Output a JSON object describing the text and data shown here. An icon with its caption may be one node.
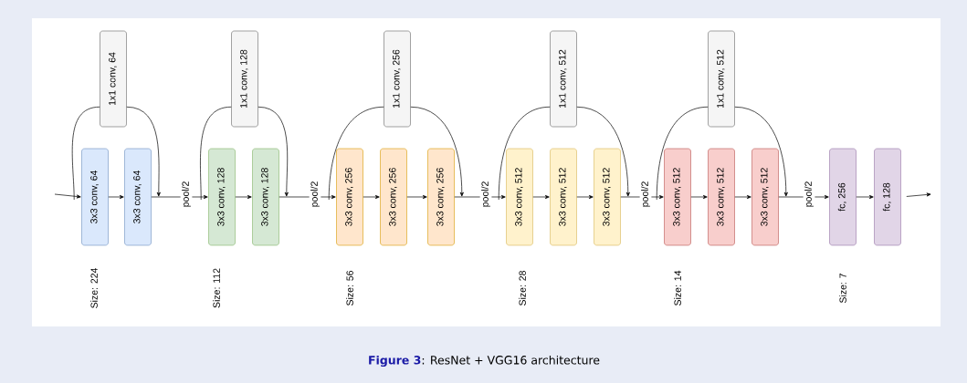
{
  "diagram": {
    "caption": "**Figure 3**: ResNet + VGG16 architecture",
    "nodes": [
      {
        "text": [
          "1x1 conv, 64"
        ]
      },
      {
        "text": [
          "3x3 conv, 64"
        ]
      },
      {
        "text": [
          "3x3 conv, 64"
        ]
      },
      {
        "text": [
          "1x1 conv, 128"
        ]
      },
      {
        "text": [
          "3x3 conv, 128"
        ]
      },
      {
        "text": [
          "3x3 conv, 128"
        ]
      },
      {
        "text": [
          "1x1 conv, 256"
        ]
      },
      {
        "text": [
          "3x3 conv, 256"
        ]
      },
      {
        "text": [
          "3x3 conv, 256"
        ]
      },
      {
        "text": [
          "3x3 conv, 256"
        ]
      },
      {
        "text": [
          "1x1 conv, 512"
        ]
      },
      {
        "text": [
          "3x3 conv, 512"
        ]
      },
      {
        "text": [
          "3x3 conv, 512"
        ]
      },
      {
        "text": [
          "3x3 conv, 512"
        ]
      },
      {
        "text": [
          "1x1 conv, 512"
        ]
      },
      {
        "text": [
          "3x3 conv, 512"
        ]
      },
      {
        "text": [
          "3x3 conv, 512"
        ]
      },
      {
        "text": [
          "3x3 conv, 512"
        ]
      },
      {
        "text": [
          "fc, 256"
        ]
      },
      {
        "text": [
          "fc, 128"
        ]
      }
    ],
    "edges": [
      {
        "from": null,
        "to": 1,
        "arrow": "to"
      },
      {
        "from": 1,
        "to": 0,
        "arrow": "none"
      },
      {
        "from": 0,
        "to": 2,
        "arrow": "to"
      },
      {
        "from": 1,
        "to": 2,
        "arrow": "to"
      },
      {
        "from": 2,
        "to": 4,
        "arrow": "to",
        "label": "pool/2"
      },
      {
        "from": 4,
        "to": 3,
        "arrow": "none"
      },
      {
        "from": 3,
        "to": 5,
        "arrow": "to"
      },
      {
        "from": 4,
        "to": 5,
        "arrow": "to"
      },
      {
        "from": 5,
        "to": 7,
        "arrow": "to",
        "label": "pool/2"
      },
      {
        "from": 7,
        "to": 6,
        "arrow": "none"
      },
      {
        "from": 6,
        "to": 9,
        "arrow": "to"
      },
      {
        "from": 7,
        "to": 8,
        "arrow": "to"
      },
      {
        "from": 8,
        "to": 9,
        "arrow": "to"
      },
      {
        "from": 9,
        "to": 11,
        "arrow": "to",
        "label": "pool/2"
      },
      {
        "from": 11,
        "to": 10,
        "arrow": "none"
      },
      {
        "from": 10,
        "to": 13,
        "arrow": "to"
      },
      {
        "from": 11,
        "to": 12,
        "arrow": "to"
      },
      {
        "from": 12,
        "to": 13,
        "arrow": "to"
      },
      {
        "from": 13,
        "to": 15,
        "arrow": "to",
        "label": "pool/2"
      },
      {
        "from": 15,
        "to": 14,
        "arrow": "none"
      },
      {
        "from": 14,
        "to": 17,
        "arrow": "to"
      },
      {
        "from": 15,
        "to": 16,
        "arrow": "to"
      },
      {
        "from": 16,
        "to": 17,
        "arrow": "to"
      },
      {
        "from": 17,
        "to": 18,
        "arrow": "to",
        "label": "pool/2"
      },
      {
        "from": 18,
        "to": 19,
        "arrow": "to"
      },
      {
        "from": 19,
        "to": null,
        "arrow": "to"
      }
    ],
    "labels": [
      "Size: 224",
      "Size: 112",
      "Size: 56",
      "Size: 28",
      "Size: 14",
      "Size: 7"
    ]
  }
}
